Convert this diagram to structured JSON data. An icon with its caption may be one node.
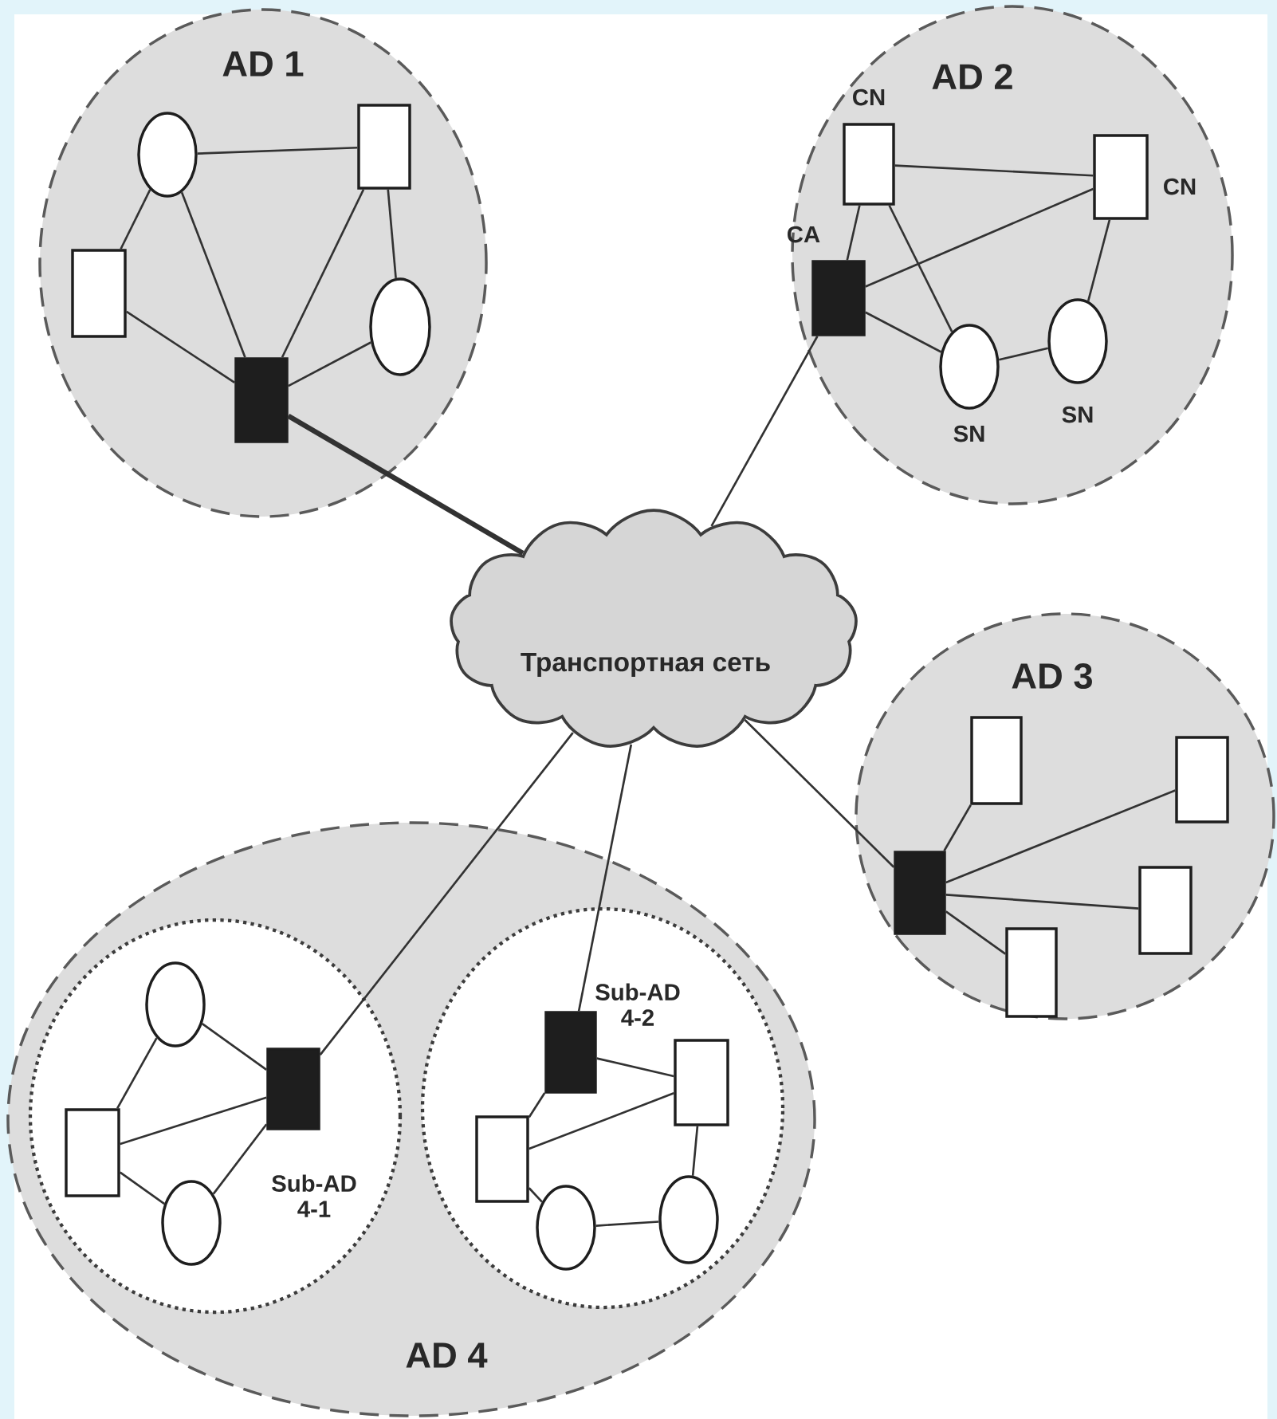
{
  "diagram": {
    "nodes": [
      {
        "text": [
          "AD 1"
        ]
      },
      {
        "text": [],
        "shape": "circle",
        "in": 0
      },
      {
        "text": [],
        "shape": "box",
        "in": 0
      },
      {
        "text": [],
        "shape": "box",
        "in": 0
      },
      {
        "text": [],
        "shape": "circle",
        "in": 0
      },
      {
        "text": [],
        "shape": "box",
        "in": 0
      },
      {
        "text": [
          "AD 2"
        ]
      },
      {
        "text": [],
        "shape": "box",
        "in": 6,
        "beside": [
          "CA"
        ]
      },
      {
        "text": [],
        "shape": "box",
        "in": 6,
        "beside": [
          "CN"
        ]
      },
      {
        "text": [],
        "shape": "box",
        "in": 6,
        "beside": [
          "CN"
        ]
      },
      {
        "text": [],
        "shape": "circle",
        "in": 6,
        "beside": [
          "SN"
        ]
      },
      {
        "text": [],
        "shape": "circle",
        "in": 6,
        "beside": [
          "SN"
        ]
      },
      {
        "text": [
          "Транспортная сеть"
        ]
      },
      {
        "text": [
          "AD 3"
        ]
      },
      {
        "text": [],
        "shape": "box",
        "in": 13
      },
      {
        "text": [],
        "shape": "box",
        "in": 13
      },
      {
        "text": [],
        "shape": "box",
        "in": 13
      },
      {
        "text": [],
        "shape": "box",
        "in": 13
      },
      {
        "text": [],
        "shape": "box",
        "in": 13
      },
      {
        "text": [
          "AD 4"
        ]
      },
      {
        "text": [
          "Sub-AD 4-1"
        ],
        "in": 19
      },
      {
        "text": [
          "Sub-AD 4-2"
        ],
        "in": 19
      },
      {
        "text": [],
        "shape": "circle",
        "in": 20
      },
      {
        "text": [],
        "shape": "box",
        "in": 20
      },
      {
        "text": [],
        "shape": "box",
        "in": 20
      },
      {
        "text": [],
        "shape": "circle",
        "in": 20
      },
      {
        "text": [],
        "shape": "box",
        "in": 21
      },
      {
        "text": [],
        "shape": "box",
        "in": 21
      },
      {
        "text": [],
        "shape": "box",
        "in": 21
      },
      {
        "text": [],
        "shape": "circle",
        "in": 21
      },
      {
        "text": [],
        "shape": "circle",
        "in": 21
      }
    ],
    "edges": [
      {
        "from": 1,
        "to": 2,
        "arrow": "none"
      },
      {
        "from": 1,
        "to": 3,
        "arrow": "none"
      },
      {
        "from": 1,
        "to": 5,
        "arrow": "none"
      },
      {
        "from": 2,
        "to": 5,
        "arrow": "none"
      },
      {
        "from": 2,
        "to": 4,
        "arrow": "none"
      },
      {
        "from": 3,
        "to": 5,
        "arrow": "none"
      },
      {
        "from": 4,
        "to": 5,
        "arrow": "none"
      },
      {
        "from": 7,
        "to": 8,
        "arrow": "none"
      },
      {
        "from": 7,
        "to": 9,
        "arrow": "none"
      },
      {
        "from": 7,
        "to": 10,
        "arrow": "none"
      },
      {
        "from": 8,
        "to": 9,
        "arrow": "none"
      },
      {
        "from": 8,
        "to": 10,
        "arrow": "none"
      },
      {
        "from": 9,
        "to": 11,
        "arrow": "none"
      },
      {
        "from": 10,
        "to": 11,
        "arrow": "none"
      },
      {
        "from": 14,
        "to": 15,
        "arrow": "none"
      },
      {
        "from": 14,
        "to": 16,
        "arrow": "none"
      },
      {
        "from": 14,
        "to": 17,
        "arrow": "none"
      },
      {
        "from": 14,
        "to": 18,
        "arrow": "none"
      },
      {
        "from": 24,
        "to": 22,
        "arrow": "none"
      },
      {
        "from": 22,
        "to": 23,
        "arrow": "none"
      },
      {
        "from": 24,
        "to": 23,
        "arrow": "none"
      },
      {
        "from": 24,
        "to": 25,
        "arrow": "none"
      },
      {
        "from": 25,
        "to": 23,
        "arrow": "none"
      },
      {
        "from": 26,
        "to": 27,
        "arrow": "none"
      },
      {
        "from": 26,
        "to": 28,
        "arrow": "none"
      },
      {
        "from": 28,
        "to": 27,
        "arrow": "none"
      },
      {
        "from": 28,
        "to": 29,
        "arrow": "none"
      },
      {
        "from": 29,
        "to": 30,
        "arrow": "none"
      },
      {
        "from": 30,
        "to": 27,
        "arrow": "none"
      },
      {
        "from": 5,
        "to": 12,
        "arrow": "none",
        "style": "thick"
      },
      {
        "from": 7,
        "to": 12,
        "arrow": "none"
      },
      {
        "from": 14,
        "to": 12,
        "arrow": "none"
      },
      {
        "from": 23,
        "to": 12,
        "arrow": "none"
      },
      {
        "from": 26,
        "to": 12,
        "arrow": "none"
      }
    ]
  }
}
